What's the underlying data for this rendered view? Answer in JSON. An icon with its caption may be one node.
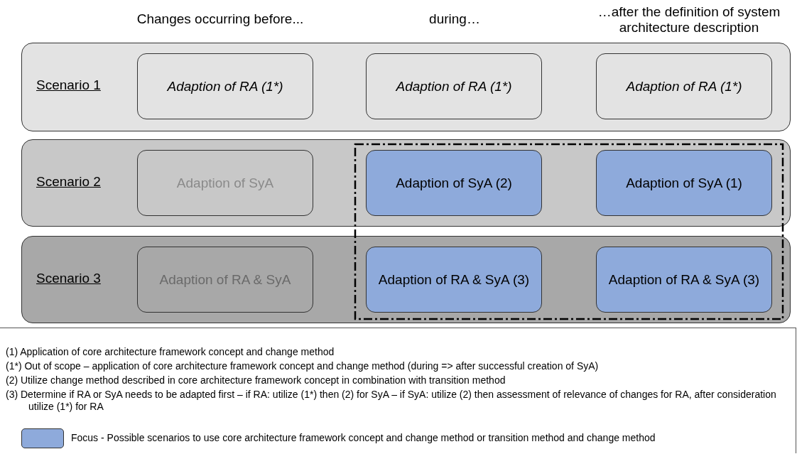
{
  "diagram": {
    "nodes": [
      {
        "text": [
          "Scenario 1"
        ]
      },
      {
        "text": [
          "Adaption of RA (1*)"
        ],
        "in": 0
      },
      {
        "text": [
          "Adaption of RA (1*)"
        ],
        "in": 0
      },
      {
        "text": [
          "Adaption of RA (1*)"
        ],
        "in": 0
      },
      {
        "text": [
          "Scenario 2"
        ]
      },
      {
        "text": [
          "Adaption of SyA"
        ],
        "in": 4
      },
      {
        "text": [
          "Adaption of SyA (2)"
        ],
        "in": 4
      },
      {
        "text": [
          "Adaption of SyA (1)"
        ],
        "in": 4
      },
      {
        "text": [
          "Scenario 3"
        ]
      },
      {
        "text": [
          "Adaption of RA & SyA"
        ],
        "in": 8
      },
      {
        "text": [
          "Adaption of RA & SyA (3)"
        ],
        "in": 8
      },
      {
        "text": [
          "Adaption of RA & SyA (3)"
        ],
        "in": 8
      }
    ],
    "edges": [],
    "labels": [
      "Changes occurring before...",
      "during…",
      "…after the definition of system architecture description",
      "(1) Application of core architecture framework concept and change method",
      "(1*) Out of scope – application of core architecture framework concept and change method (during => after successful creation of SyA)",
      "(2) Utilize change method described in core architecture framework concept in combination with transition method",
      "(3) Determine if RA or SyA needs to be adapted first – if RA: utilize (1*) then (2) for SyA – if SyA: utilize (2) then assessment of relevance of changes for RA, after consideration utilize (1*) for RA"
    ],
    "legend": [
      {
        "text": "Focus - Possible scenarios to use core architecture framework concept and change method or transition method and change method",
        "color": "#8eaadb"
      }
    ]
  }
}
